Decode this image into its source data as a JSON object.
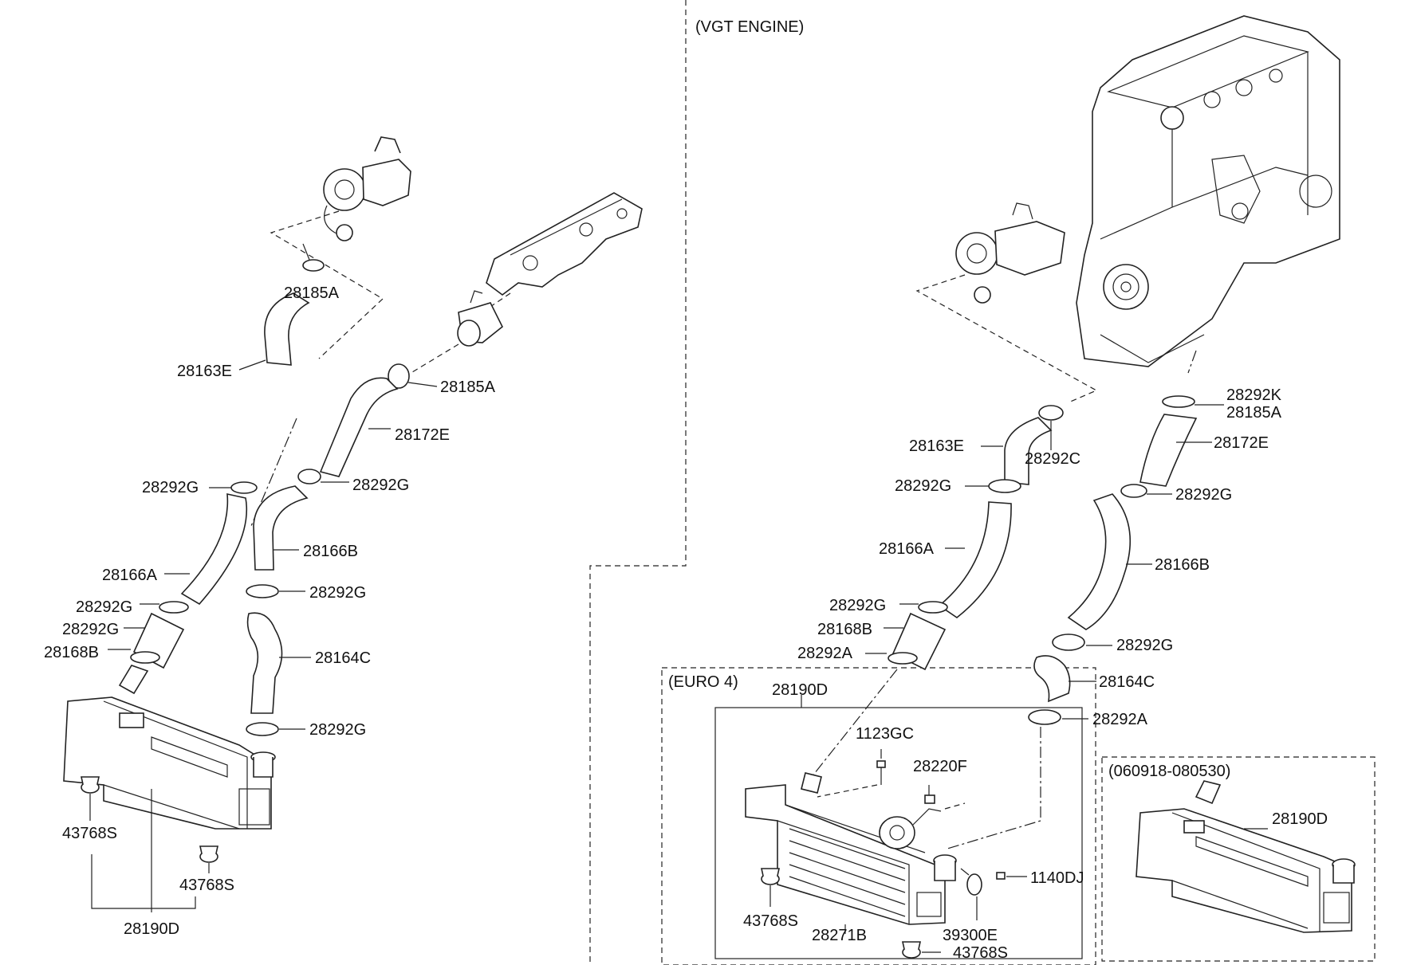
{
  "sections": {
    "vgt_engine": "(VGT ENGINE)",
    "euro4": "(EURO 4)",
    "date_range": "(060918-080530)"
  },
  "left": {
    "l1": "28185A",
    "l2": "28163E",
    "l3": "28185A",
    "l4": "28172E",
    "l5": "28292G",
    "l6": "28292G",
    "l7": "28166B",
    "l8": "28166A",
    "l9": "28292G",
    "l10": "28292G",
    "l11": "28168B",
    "l12": "28292G",
    "l13": "28164C",
    "l14": "28292G",
    "l15": "43768S",
    "l16": "43768S",
    "l17": "28190D"
  },
  "right": {
    "r1": "28292K",
    "r2": "28185A",
    "r3": "28163E",
    "r4": "28292C",
    "r5": "28172E",
    "r6": "28292G",
    "r7": "28292G",
    "r8": "28166A",
    "r9": "28166B",
    "r10": "28292G",
    "r11": "28168B",
    "r12": "28292A",
    "r13": "28292G",
    "r14": "28164C",
    "r15": "28292A"
  },
  "euro4": {
    "e1": "28190D",
    "e2": "1123GC",
    "e3": "28220F",
    "e4": "1140DJ",
    "e5": "43768S",
    "e6": "28271B",
    "e7": "39300E",
    "e8": "43768S"
  },
  "date_box": {
    "d1": "28190D"
  }
}
